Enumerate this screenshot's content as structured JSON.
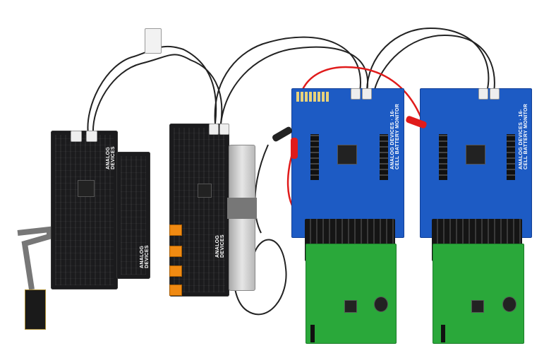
{
  "scene": {
    "description_tags": [
      "pcb-boards",
      "wires",
      "alligator-clips"
    ],
    "board_logos": {
      "brand": "ANALOG DEVICES",
      "blue_board_title": "16-CELL BATTERY MONITOR"
    },
    "colors": {
      "blue_board": "#1d5bc4",
      "green_board": "#2aa83a",
      "black_board": "#1b1b1d",
      "clip_red": "#e01b1b",
      "terminal_orange": "#f08a12"
    }
  }
}
